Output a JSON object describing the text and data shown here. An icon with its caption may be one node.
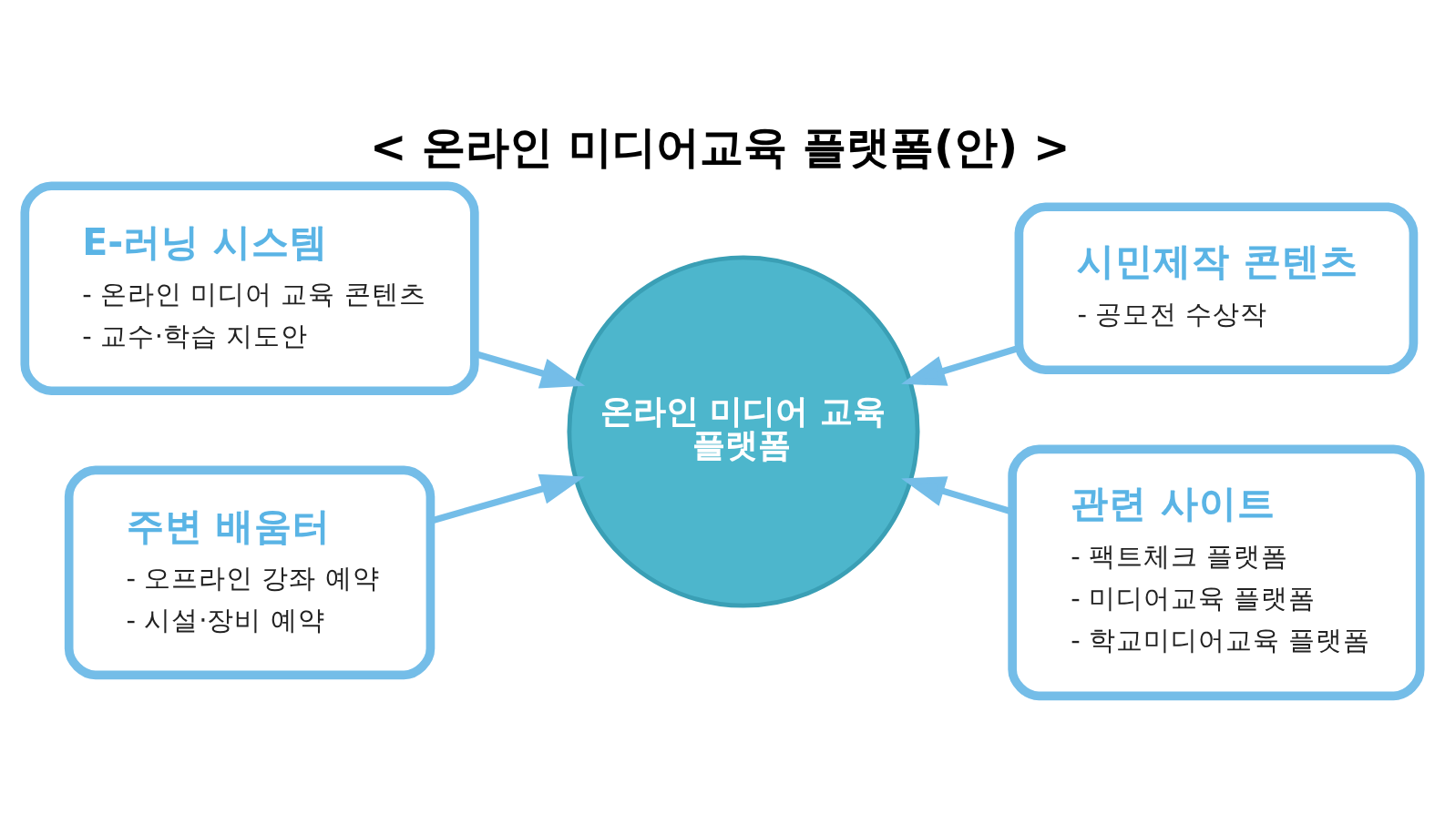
{
  "diagram": {
    "title": "< 온라인 미디어교육 플랫폼(안) >",
    "nodes": [
      {
        "text": [
          "E-러닝 시스템",
          "- 온라인 미디어 교육 콘텐츠",
          "- 교수·학습 지도안"
        ]
      },
      {
        "text": [
          "시민제작 콘텐츠",
          "- 공모전 수상작"
        ]
      },
      {
        "text": [
          "온라인 미디어 교육 플랫폼"
        ]
      },
      {
        "text": [
          "주변 배움터",
          "- 오프라인 강좌 예약",
          "- 시설·장비 예약"
        ]
      },
      {
        "text": [
          "관련 사이트",
          "- 팩트체크 플랫폼",
          "- 미디어교육 플랫폼",
          "- 학교미디어교육 플랫폼"
        ]
      }
    ],
    "edges": [
      {
        "from": 0,
        "to": 2,
        "arrow": "to"
      },
      {
        "from": 1,
        "to": 2,
        "arrow": "to"
      },
      {
        "from": 3,
        "to": 2,
        "arrow": "to"
      },
      {
        "from": 4,
        "to": 2,
        "arrow": "to"
      }
    ]
  }
}
